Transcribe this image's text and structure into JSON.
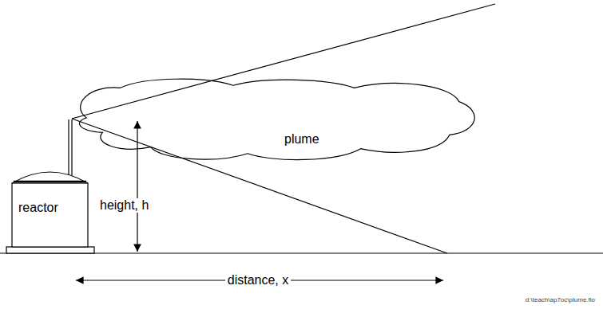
{
  "diagram": {
    "nodes": [
      {
        "text": [
          "reactor"
        ]
      },
      {
        "text": [
          "plume"
        ]
      }
    ],
    "labels": [
      "height, h",
      "distance, x",
      "d:\\teach\\ap7oc\\plume.flo"
    ]
  }
}
